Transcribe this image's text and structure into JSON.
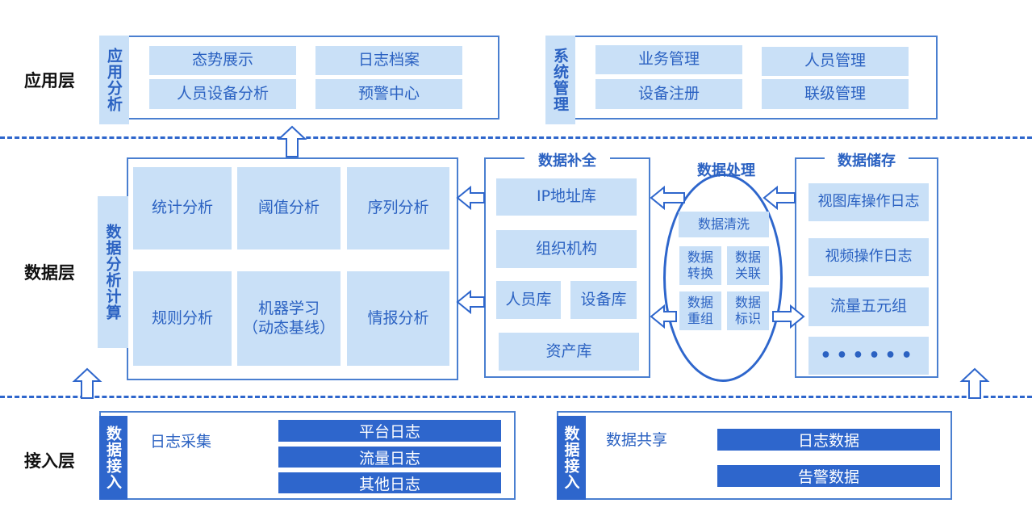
{
  "layers": {
    "app": "应用层",
    "data": "数据层",
    "access": "接入层"
  },
  "app_analysis": {
    "tab": "应用分析",
    "items": [
      "态势展示",
      "日志档案",
      "人员设备分析",
      "预警中心"
    ]
  },
  "system_mgmt": {
    "tab": "系统管理",
    "items": [
      "业务管理",
      "人员管理",
      "设备注册",
      "联级管理"
    ]
  },
  "data_analysis": {
    "tab": "数据分析计算",
    "items": [
      "统计分析",
      "阈值分析",
      "序列分析",
      "规则分析",
      "机器学习\n（动态基线）",
      "情报分析"
    ]
  },
  "data_completion": {
    "title": "数据补全",
    "items": [
      "IP地址库",
      "组织机构",
      "人员库",
      "设备库",
      "资产库"
    ]
  },
  "data_processing": {
    "title": "数据处理",
    "cleaning": "数据清洗",
    "items": [
      "数据转换",
      "数据关联",
      "数据重组",
      "数据标识"
    ]
  },
  "data_storage": {
    "title": "数据储存",
    "items": [
      "视图库操作日志",
      "视频操作日志",
      "流量五元组",
      "••••••"
    ]
  },
  "log_collection": {
    "tab": "数据接入",
    "label": "日志采集",
    "items": [
      "平台日志",
      "流量日志",
      "其他日志"
    ]
  },
  "data_sharing": {
    "tab": "数据接入",
    "label": "数据共享",
    "items": [
      "日志数据",
      "告警数据"
    ]
  },
  "colors": {
    "primary": "#2e66cc",
    "light": "#c9e0f7",
    "frame": "#4a7fd0"
  }
}
